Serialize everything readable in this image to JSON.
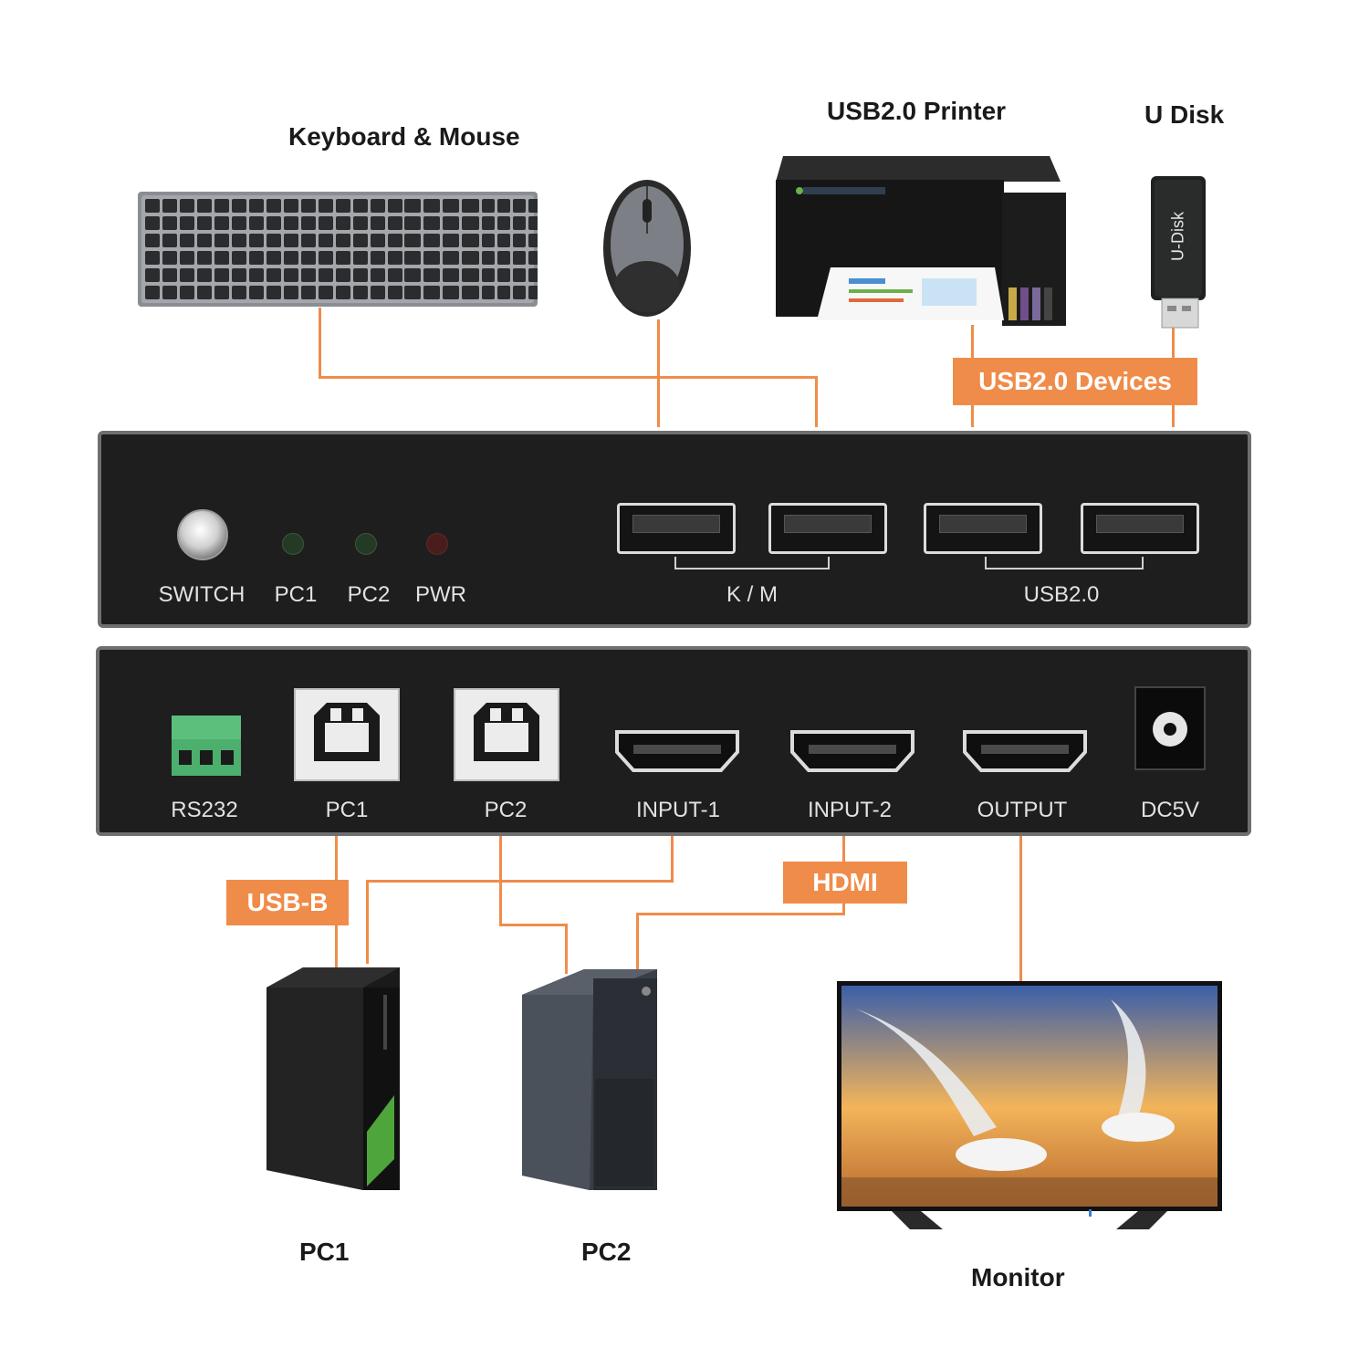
{
  "devices": {
    "keyboard_mouse": "Keyboard & Mouse",
    "printer": "USB2.0 Printer",
    "udisk": "U Disk",
    "udisk_stick_text": "U-Disk",
    "pc1": "PC1",
    "pc2": "PC2",
    "monitor": "Monitor"
  },
  "tags": {
    "usb2_devices": "USB2.0 Devices",
    "usb_b": "USB-B",
    "hdmi": "HDMI"
  },
  "front_panel": {
    "switch": "SWITCH",
    "pc1": "PC1",
    "pc2": "PC2",
    "pwr": "PWR",
    "km": "K / M",
    "usb20": "USB2.0"
  },
  "rear_panel": {
    "rs232": "RS232",
    "pc1": "PC1",
    "pc2": "PC2",
    "input1": "INPUT-1",
    "input2": "INPUT-2",
    "output": "OUTPUT",
    "dc5v": "DC5V"
  },
  "colors": {
    "accent": "#f08c4a",
    "panel": "#1e1e1e",
    "led_green": "#2e5a2e",
    "led_red": "#6a1f1f",
    "terminal_green": "#4caf6e"
  }
}
